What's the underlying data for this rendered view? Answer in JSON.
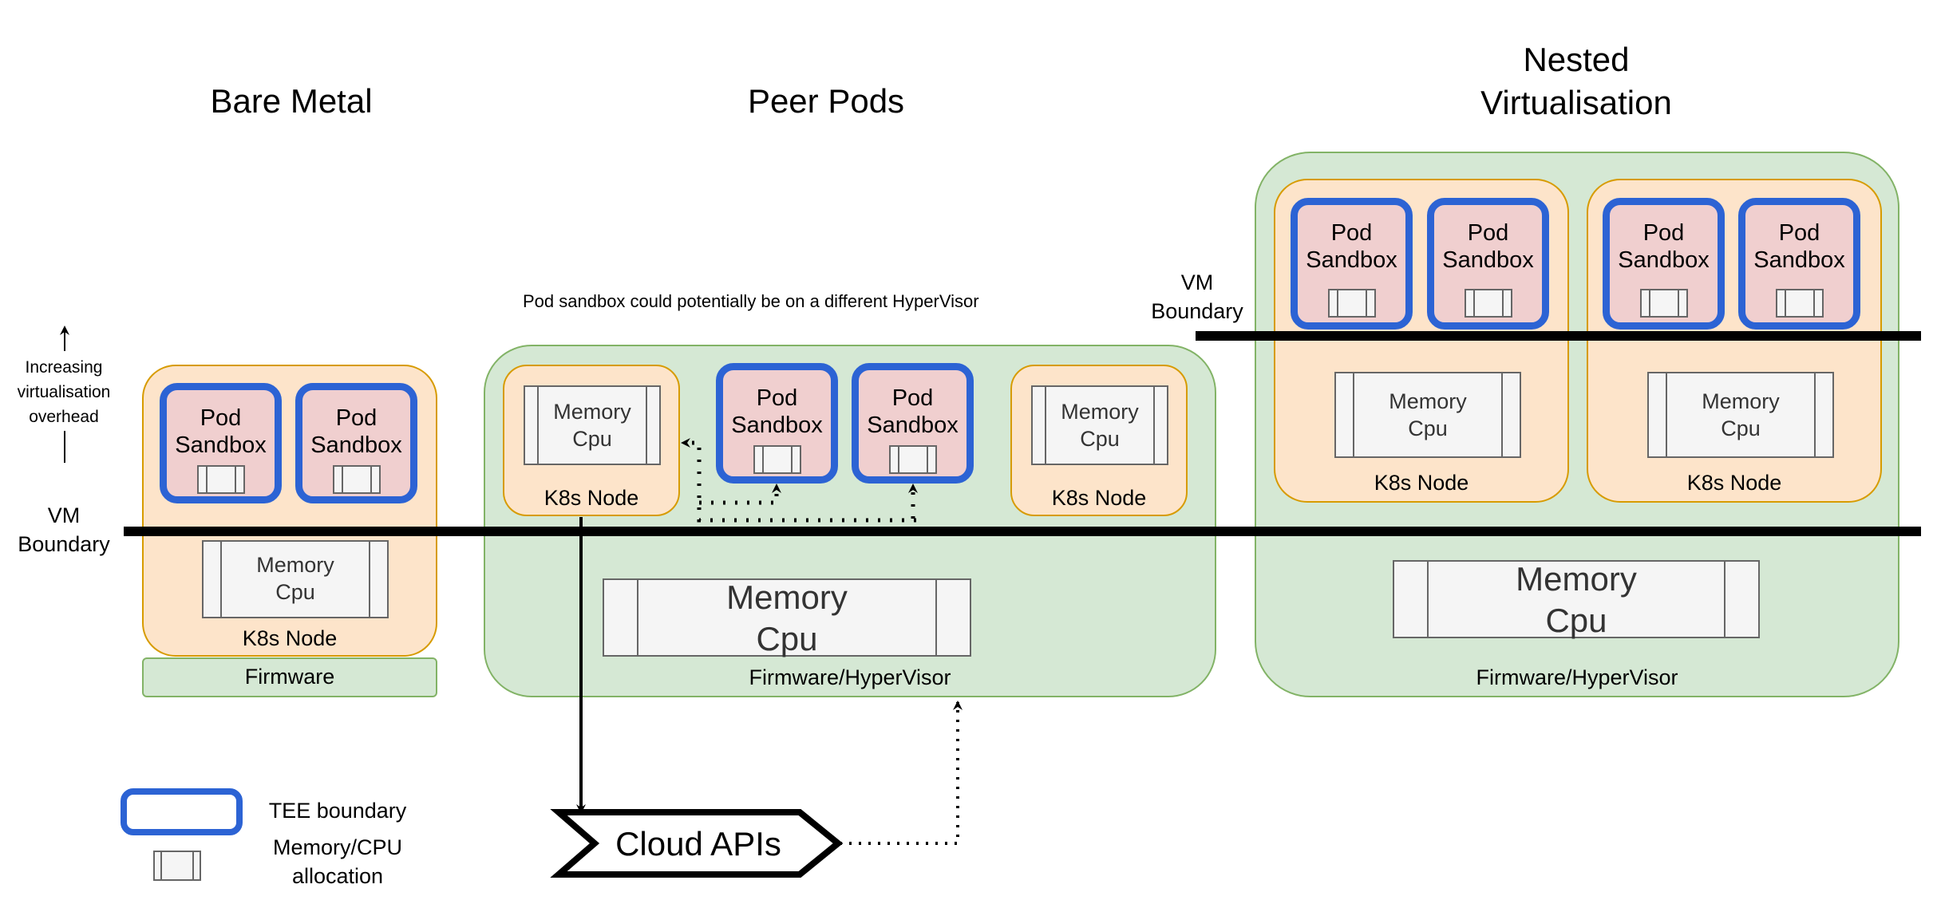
{
  "titles": {
    "bare_metal": "Bare Metal",
    "peer_pods": "Peer Pods",
    "nested_line1": "Nested",
    "nested_line2": "Virtualisation"
  },
  "labels": {
    "pod_line1": "Pod",
    "pod_line2": "Sandbox",
    "memory": "Memory",
    "cpu": "Cpu",
    "k8s_node": "K8s Node",
    "firmware": "Firmware",
    "firmware_hypervisor": "Firmware/HyperVisor",
    "vm_line1": "VM",
    "vm_line2": "Boundary",
    "cloud_apis": "Cloud APIs"
  },
  "side_note": {
    "line1": "Increasing",
    "line2": "virtualisation",
    "line3": "overhead"
  },
  "peer_note": "Pod sandbox could potentially be on a different HyperVisor",
  "legend": {
    "tee": "TEE boundary",
    "alloc_line1": "Memory/CPU",
    "alloc_line2": "allocation"
  },
  "colors": {
    "tee_border": "#2c63d4",
    "pod_fill": "#f0cfcf",
    "node_fill": "#fde4ca",
    "node_border": "#d79b00",
    "host_fill": "#d5e8d4",
    "host_border": "#82b366"
  }
}
